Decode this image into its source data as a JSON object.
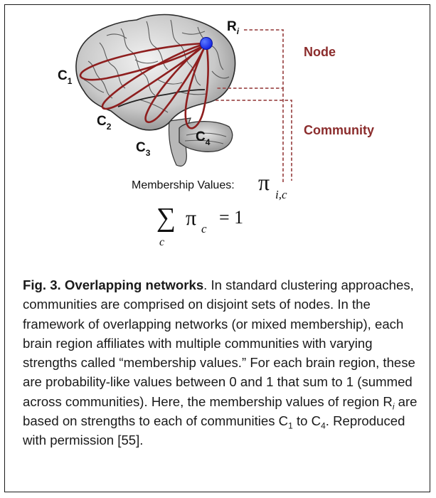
{
  "figure": {
    "labels": {
      "node_id": "R",
      "node_id_sub": "i",
      "c1": "C",
      "c1_sub": "1",
      "c2": "C",
      "c2_sub": "2",
      "c3": "C",
      "c3_sub": "3",
      "c4": "C",
      "c4_sub": "4",
      "node": "Node",
      "community": "Community"
    },
    "membership": {
      "label": "Membership Values:",
      "pi": "π",
      "pi_sub": "i,c"
    },
    "formula": {
      "sum": "∑",
      "sum_sub": "c",
      "pi": "π",
      "pi_sub": "c",
      "rhs": "= 1"
    },
    "colors": {
      "accent_red": "#8b2c2c",
      "node_blue": "#1f3fff"
    }
  },
  "caption": {
    "bold": "Fig. 3. Overlapping networks",
    "text_1": ". In standard clustering approaches, communities are comprised on disjoint sets of nodes. In the framework of overlapping networks (or mixed membership), each brain region affiliates with multiple communities with varying strengths called “membership values.” For each brain region, these are probability-like values between 0 and 1 that sum to 1 (summed across communities). Here, the membership values of region R",
    "ri_sub": "i",
    "text_2": " are based on strengths to each of communities C",
    "c1_sub": "1",
    "text_3": " to C",
    "c4_sub": "4",
    "text_4": ". Reproduced with permission [55]."
  }
}
